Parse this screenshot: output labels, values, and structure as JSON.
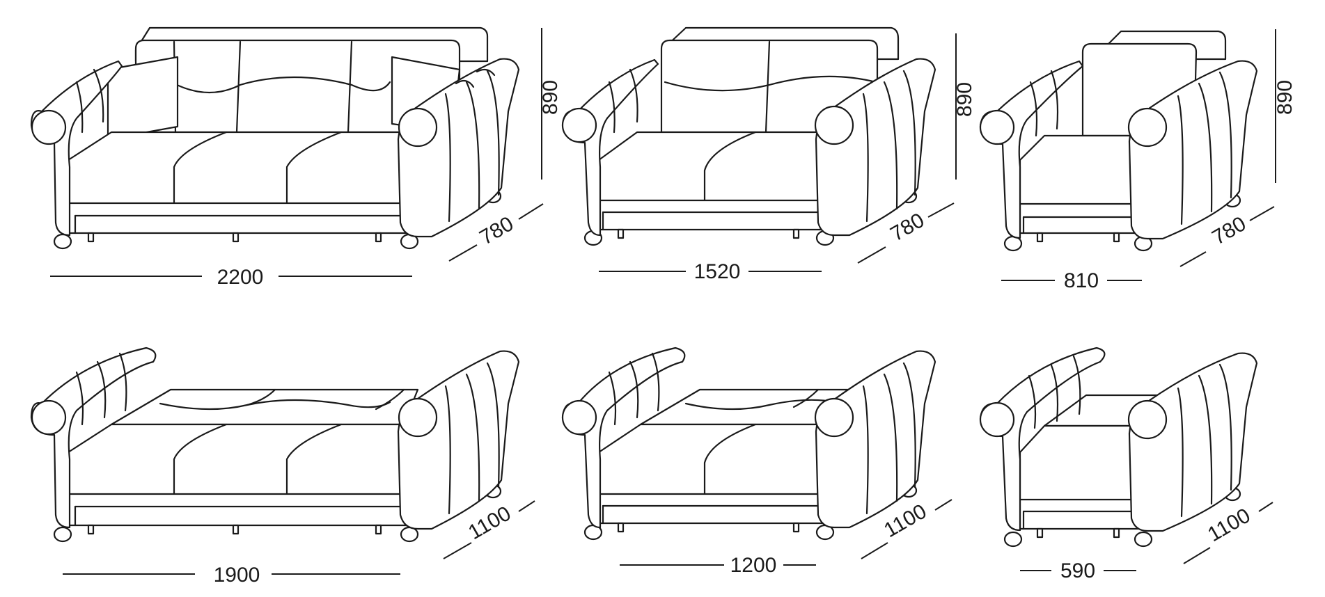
{
  "colors": {
    "line": "#1a1a1a",
    "background": "#ffffff"
  },
  "figures": [
    {
      "kind": "sofa",
      "mode": "seated",
      "dims": {
        "width": "2200",
        "height": "890",
        "depth": "780"
      }
    },
    {
      "kind": "loveseat",
      "mode": "seated",
      "dims": {
        "width": "1520",
        "height": "890",
        "depth": "780"
      }
    },
    {
      "kind": "armchair",
      "mode": "seated",
      "dims": {
        "width": "810",
        "height": "890",
        "depth": "780"
      }
    },
    {
      "kind": "sofa",
      "mode": "bed",
      "dims": {
        "width": "1900",
        "depth": "1100"
      }
    },
    {
      "kind": "loveseat",
      "mode": "bed",
      "dims": {
        "width": "1200",
        "depth": "1100"
      }
    },
    {
      "kind": "armchair",
      "mode": "bed",
      "dims": {
        "width": "590",
        "depth": "1100"
      }
    }
  ]
}
